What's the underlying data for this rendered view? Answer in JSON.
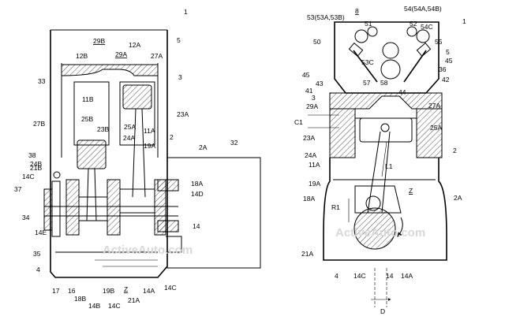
{
  "figure": {
    "fig_number": "1",
    "left_labels": [
      "5",
      "29B",
      "29A",
      "12A",
      "12B",
      "27A",
      "3",
      "33",
      "11B",
      "25A",
      "23A",
      "25B",
      "11A",
      "27B",
      "23B",
      "24A",
      "19A",
      "38",
      "24B",
      "2",
      "2A",
      "32",
      "21B",
      "14C",
      "37",
      "18A",
      "14D",
      "34",
      "14",
      "14E",
      "35",
      "4",
      "17",
      "16",
      "18B",
      "14B",
      "19B",
      "Z",
      "14C",
      "21A",
      "14A",
      "14C"
    ],
    "right_labels": [
      "53(53A,53B)",
      "8",
      "54(54A,54B)",
      "1",
      "51",
      "52",
      "54C",
      "50",
      "55",
      "5",
      "53C",
      "45",
      "45",
      "36",
      "57",
      "58",
      "42",
      "43",
      "41",
      "44",
      "3",
      "29A",
      "27A",
      "C1",
      "25A",
      "23A",
      "2",
      "24A",
      "L1",
      "11A",
      "19A",
      "Z",
      "2A",
      "18A",
      "R1",
      "21A",
      "4",
      "14C",
      "14",
      "14A",
      "D"
    ],
    "watermark": "ActiveAuto.com"
  }
}
